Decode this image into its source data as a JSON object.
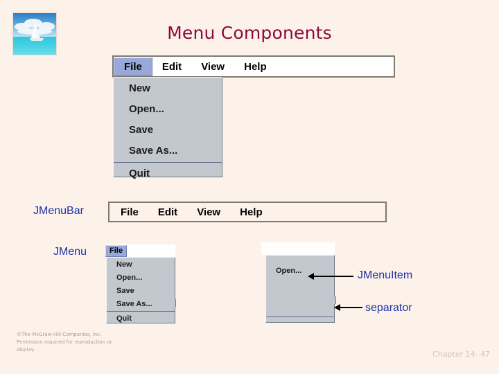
{
  "slide": {
    "title": "Menu Components",
    "background_color": "#fdf2ea",
    "title_color": "#8c0b3c",
    "callout_label_color": "#1d31a8"
  },
  "thumbnail": {
    "name": "sailboat-photo",
    "description": "Sailboat on turquoise water with blue sky and clouds"
  },
  "demo_menubar_expanded": {
    "items": [
      {
        "label": "File",
        "selected": true
      },
      {
        "label": "Edit",
        "selected": false
      },
      {
        "label": "View",
        "selected": false
      },
      {
        "label": "Help",
        "selected": false
      }
    ],
    "dropdown": {
      "items": [
        {
          "label": "New",
          "type": "item"
        },
        {
          "label": "Open...",
          "type": "item"
        },
        {
          "label": "Save",
          "type": "item"
        },
        {
          "label": "Save As...",
          "type": "item"
        },
        {
          "label": "",
          "type": "separator"
        },
        {
          "label": "Quit",
          "type": "item"
        }
      ]
    },
    "selected_highlight_color": "#98a8d8",
    "popup_background_color": "#c3c8ce"
  },
  "callouts": {
    "jmenubar": {
      "label": "JMenuBar",
      "menubar_items": [
        {
          "label": "File"
        },
        {
          "label": "Edit"
        },
        {
          "label": "View"
        },
        {
          "label": "Help"
        }
      ]
    },
    "jmenu": {
      "label": "JMenu",
      "menubar_items": [
        {
          "label": "File",
          "selected": true
        }
      ],
      "dropdown": {
        "items": [
          {
            "label": "New",
            "type": "item"
          },
          {
            "label": "Open...",
            "type": "item"
          },
          {
            "label": "Save",
            "type": "item"
          },
          {
            "label": "Save As...",
            "type": "item"
          },
          {
            "label": "",
            "type": "separator"
          },
          {
            "label": "Quit",
            "type": "item"
          }
        ]
      }
    },
    "jmenuitem": {
      "label": "JMenuItem",
      "pointed_item": "Open..."
    },
    "separator": {
      "label": "separator"
    }
  },
  "footer": {
    "copyright_line1": "©The McGraw-Hill Companies, Inc.",
    "copyright_line2": "Permission required for reproduction or",
    "copyright_line3": "display.",
    "chapter": "Chapter 14- 47"
  }
}
